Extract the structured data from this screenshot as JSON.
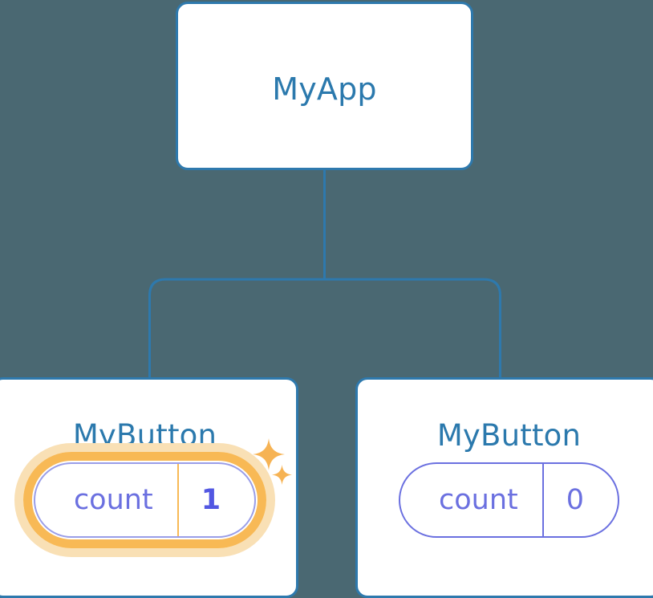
{
  "diagram": {
    "background_color": "#4a6872",
    "type": "component-tree",
    "connector_color": "#2e79ad",
    "card_border_color": "#2e79ad",
    "card_background": "#ffffff",
    "title_color": "#2b79ad",
    "state_color": "#6b70e0",
    "highlight_color": "#f8b955",
    "highlight_halo_color": "#f9e0b5"
  },
  "root": {
    "title": "MyApp"
  },
  "children": [
    {
      "title": "MyButton",
      "state_key": "count",
      "state_value": "1",
      "highlighted": true,
      "sparkle_icons": [
        "sparkle-large-icon",
        "sparkle-small-icon"
      ]
    },
    {
      "title": "MyButton",
      "state_key": "count",
      "state_value": "0",
      "highlighted": false,
      "sparkle_icons": []
    }
  ]
}
